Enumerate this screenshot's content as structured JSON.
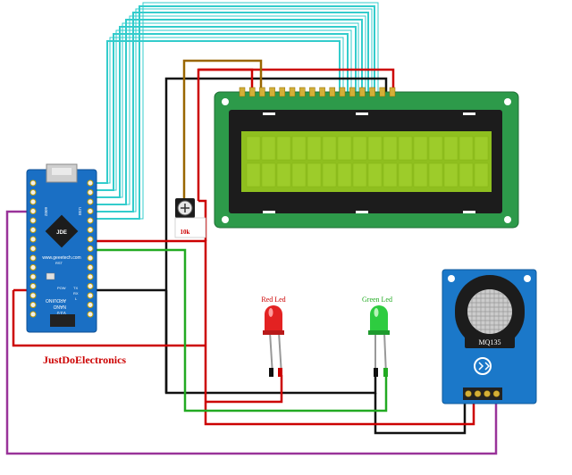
{
  "credit": "JustDoElectronics",
  "components": {
    "arduino": {
      "brand_text": "www.geeetech.com",
      "chip_label": "JDE",
      "usb_label": "USB",
      "board_name": "ARDUINO NANO V3.0",
      "board_name_line1": "ARDUINO",
      "board_name_line2": "NANO",
      "board_name_line3": "V3.0",
      "power_label": "POW",
      "rst_label": "RST",
      "tx_label": "TX",
      "rx_label": "RX",
      "l_label": "L",
      "c_label": "6002"
    },
    "potentiometer": {
      "label": "10k"
    },
    "lcd": {
      "name": "LCD 16x2",
      "rows": 2,
      "cols": 16
    },
    "red_led": {
      "label": "Red Led",
      "color": "#e32222"
    },
    "green_led": {
      "label": "Green Led",
      "color": "#2ecc40"
    },
    "sensor": {
      "label": "MQ135"
    }
  },
  "colors": {
    "wire_cyan": "#33cccc",
    "wire_red": "#cc0000",
    "wire_black": "#111111",
    "wire_green": "#22aa22",
    "wire_brown": "#996600",
    "wire_purple": "#993399",
    "lcd_green": "#8fbf1f",
    "board_blue": "#1a6fc4",
    "credit_red": "#cc0000"
  }
}
